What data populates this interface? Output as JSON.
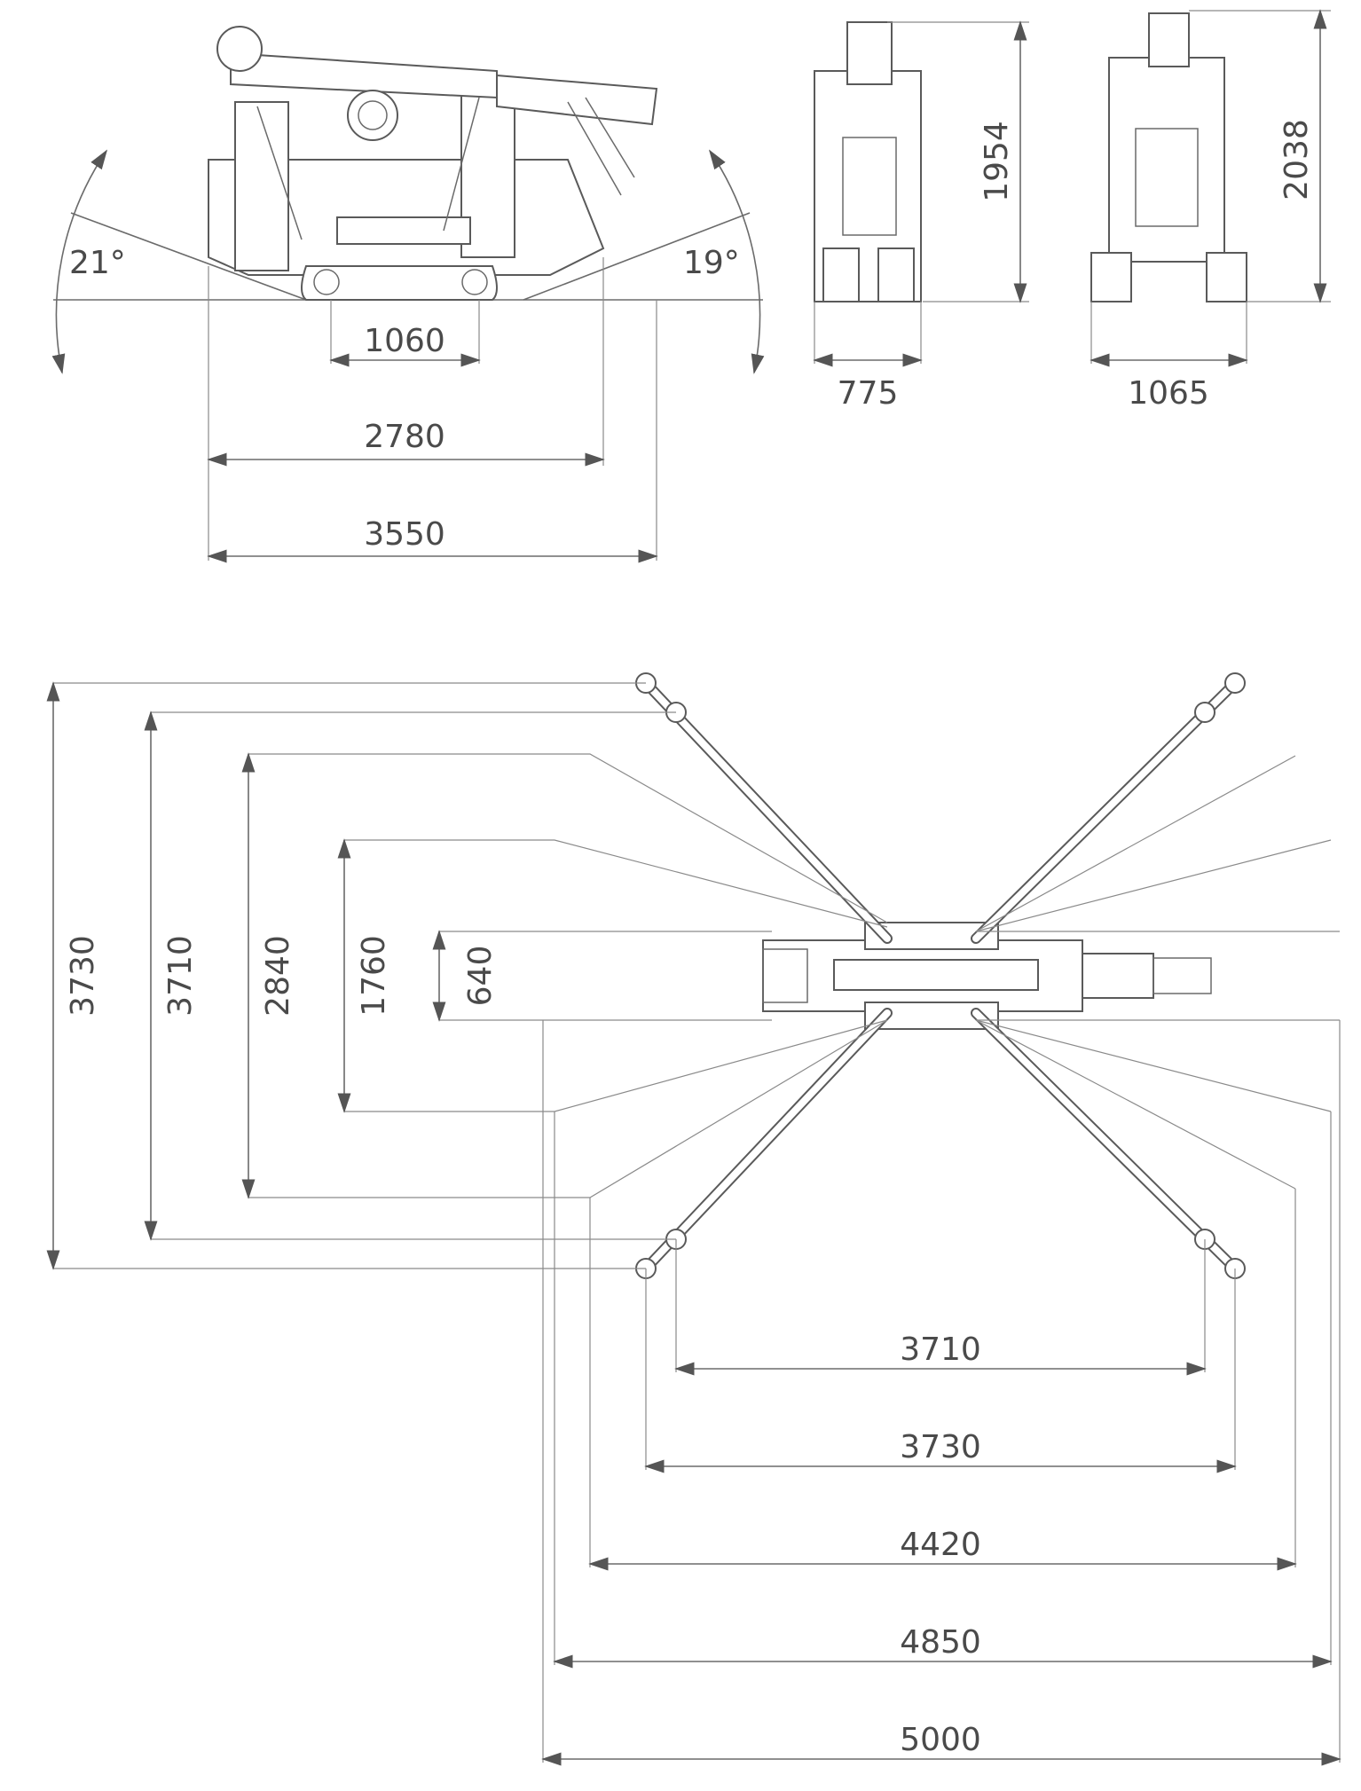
{
  "side_view": {
    "angle_left": "21°",
    "angle_right": "19°",
    "track_length": "1060",
    "base_length": "2780",
    "outrigger_length": "3550"
  },
  "front_view": {
    "width": "775",
    "height": "1954"
  },
  "rear_view": {
    "width": "1065",
    "height": "2038"
  },
  "top_view": {
    "vertical": [
      "3730",
      "3710",
      "2840",
      "1760",
      "640"
    ],
    "horizontal": [
      "3710",
      "3730",
      "4420",
      "4850",
      "5000"
    ]
  }
}
